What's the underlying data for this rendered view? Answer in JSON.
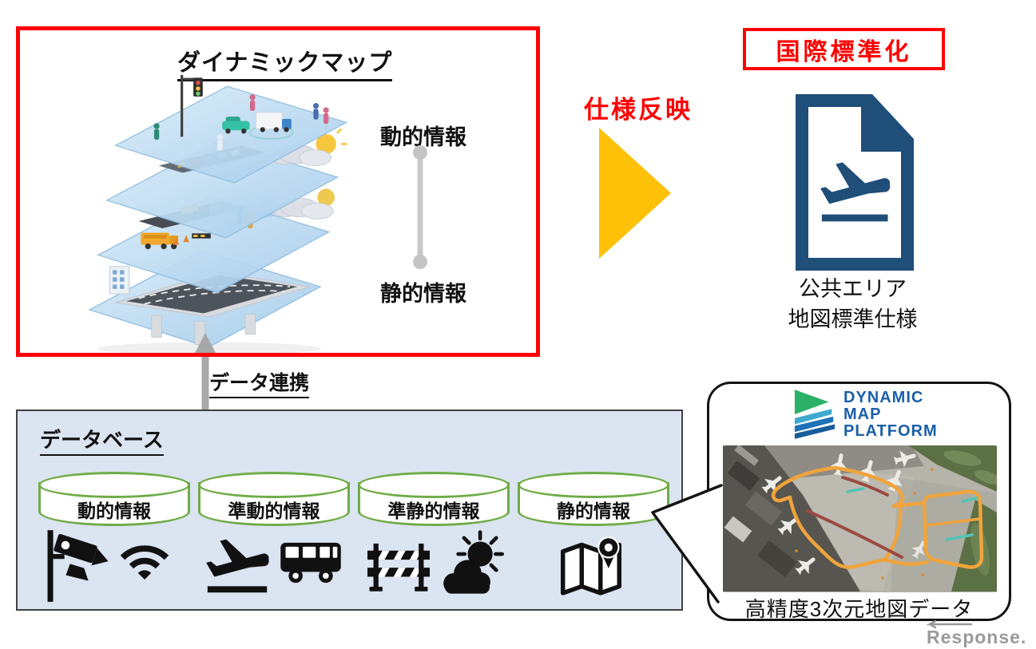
{
  "dynamic_map_panel": {
    "title": "ダイナミックマップ",
    "top_label": "動的情報",
    "bottom_label": "静的情報"
  },
  "flow": {
    "spec_arrow_label": "仕様反映",
    "data_link_label": "データ連携"
  },
  "standardization": {
    "badge": "国際標準化",
    "caption_line1": "公共エリア",
    "caption_line2": "地図標準仕様"
  },
  "database_panel": {
    "title": "データベース",
    "cylinders": [
      {
        "label": "動的情報"
      },
      {
        "label": "準動的情報"
      },
      {
        "label": "準静的情報"
      },
      {
        "label": "静的情報"
      }
    ]
  },
  "callout": {
    "logo_line1": "DYNAMIC",
    "logo_line2": "MAP",
    "logo_line3": "PLATFORM",
    "caption": "高精度3次元地図データ"
  },
  "watermark": "Response.",
  "icons": [
    "cctv-camera-icon",
    "wifi-icon",
    "airplane-takeoff-icon",
    "bus-icon",
    "road-barrier-icon",
    "sun-cloud-icon",
    "map-pin-icon",
    "document-airplane-icon",
    "dmp-logo-icon",
    "layered-map-illustration",
    "airport-aerial-photo"
  ],
  "colors": {
    "accent_red": "#FE0000",
    "arrow_yellow": "#FFC008",
    "doc_navy": "#1F4E79",
    "cylinder_green": "#6FAC47",
    "db_panel_fill": "#DBE4F1",
    "logo_blue": "#1B5FA8",
    "logo_green": "#2BB167",
    "connector_gray": "#C4C4C4"
  }
}
